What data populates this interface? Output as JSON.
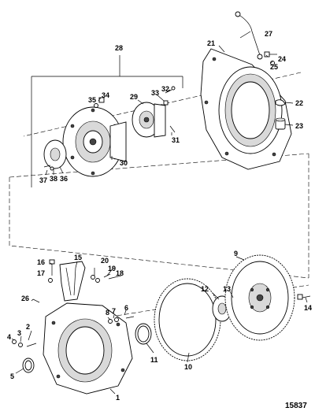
{
  "figure_number": "15837",
  "callouts": {
    "c1": "1",
    "c2": "2",
    "c3": "3",
    "c4": "4",
    "c5": "5",
    "c6": "6",
    "c7": "7",
    "c8": "8",
    "c9": "9",
    "c10": "10",
    "c11": "11",
    "c12": "12",
    "c13": "13",
    "c14": "14",
    "c15": "15",
    "c16": "16",
    "c17": "17",
    "c18": "18",
    "c19": "19",
    "c20": "20",
    "c21": "21",
    "c22": "22",
    "c23": "23",
    "c24": "24",
    "c25": "25",
    "c26": "26",
    "c27": "27",
    "c28": "28",
    "c29": "29",
    "c30": "30",
    "c31": "31",
    "c32": "32",
    "c33": "33",
    "c34": "34",
    "c35": "35",
    "c36": "36",
    "c37": "37",
    "c38": "38"
  }
}
